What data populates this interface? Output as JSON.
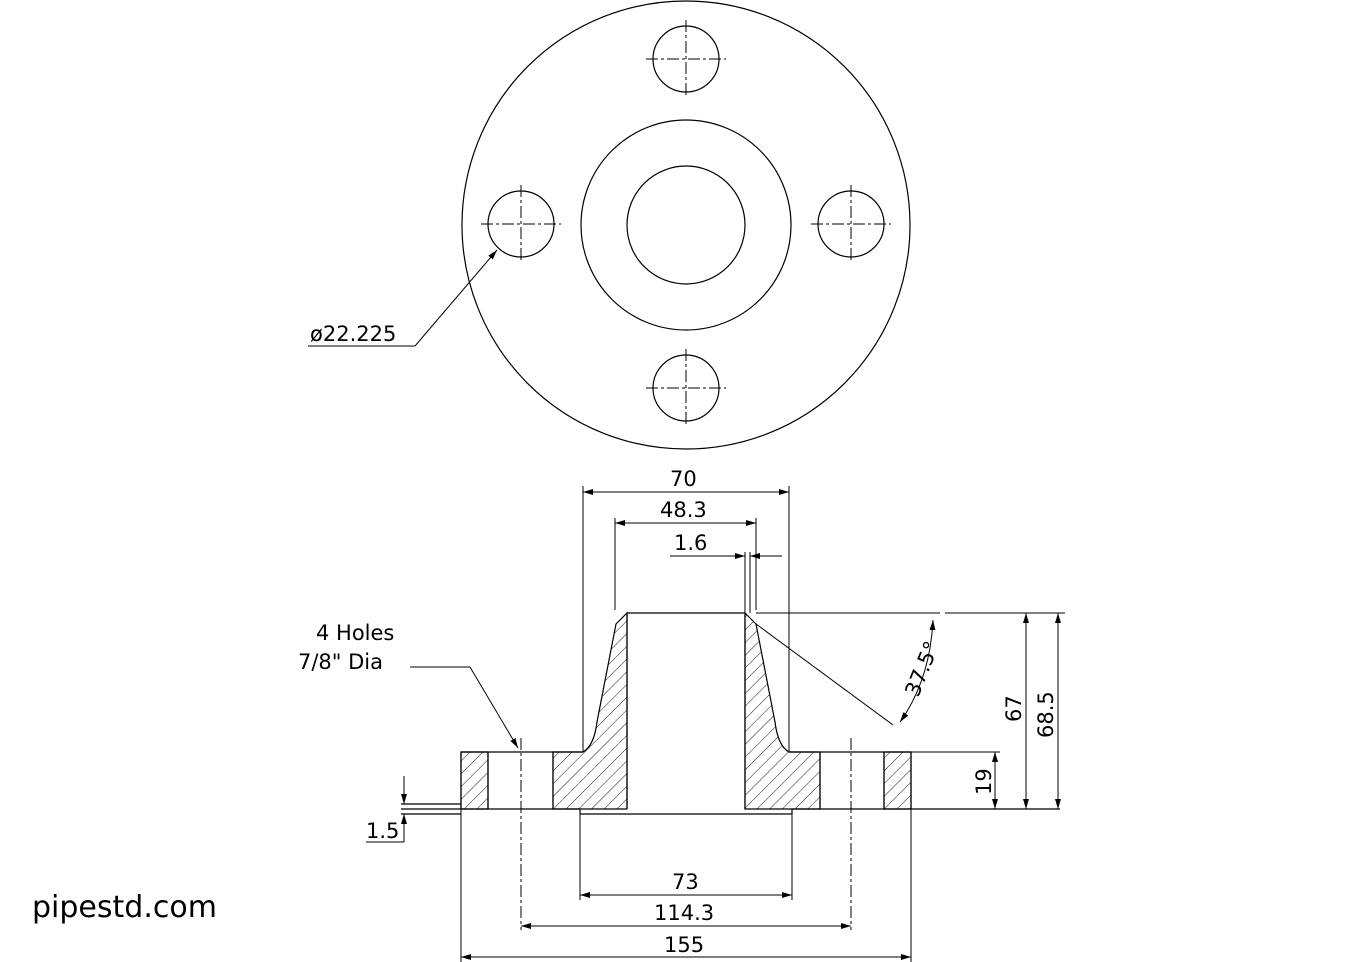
{
  "labels": {
    "bolt_hole_diameter": "ø22.225",
    "holes_line1": "4 Holes",
    "holes_line2": "7/8\" Dia",
    "dim_70": "70",
    "dim_48_3": "48.3",
    "dim_1_6": "1.6",
    "dim_37_5": "37.5°",
    "dim_67": "67",
    "dim_68_5": "68.5",
    "dim_19": "19",
    "dim_1_5": "1.5",
    "dim_73": "73",
    "dim_114_3": "114.3",
    "dim_155": "155"
  },
  "watermark": "pipestd.com",
  "colors": {
    "line": "#000000",
    "background": "#ffffff"
  }
}
